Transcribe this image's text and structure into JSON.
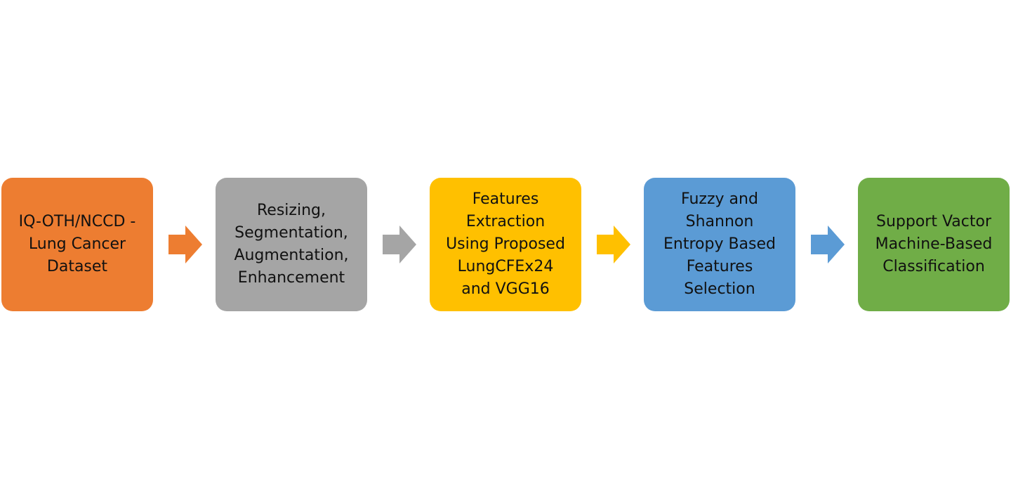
{
  "colors": {
    "orange": "#ED7D31",
    "gray": "#A5A5A5",
    "gold": "#FFC000",
    "blue": "#5B9BD5",
    "green": "#70AD47"
  },
  "steps": [
    {
      "label": "IQ-OTH/NCCD -\nLung Cancer\nDataset",
      "color": "#ED7D31"
    },
    {
      "label": "Resizing,\nSegmentation,\nAugmentation,\nEnhancement",
      "color": "#A5A5A5"
    },
    {
      "label": "Features\nExtraction\nUsing Proposed\nLungCFEx24\nand VGG16",
      "color": "#FFC000"
    },
    {
      "label": "Fuzzy and\nShannon\nEntropy Based\nFeatures\nSelection",
      "color": "#5B9BD5"
    },
    {
      "label": "Support Vactor\nMachine-Based\nClassification",
      "color": "#70AD47"
    }
  ],
  "arrows": [
    {
      "icon": "right-arrow-icon",
      "color": "#ED7D31"
    },
    {
      "icon": "right-arrow-icon",
      "color": "#A5A5A5"
    },
    {
      "icon": "right-arrow-icon",
      "color": "#FFC000"
    },
    {
      "icon": "right-arrow-icon",
      "color": "#5B9BD5"
    }
  ]
}
